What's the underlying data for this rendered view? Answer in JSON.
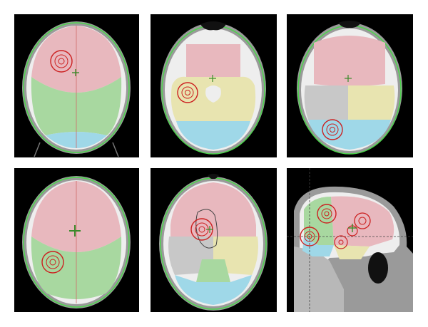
{
  "figure": {
    "panels": [
      {
        "id": "axial-1",
        "view": "axial"
      },
      {
        "id": "axial-2",
        "view": "axial"
      },
      {
        "id": "axial-3",
        "view": "axial"
      },
      {
        "id": "axial-4",
        "view": "axial"
      },
      {
        "id": "axial-5",
        "view": "axial"
      },
      {
        "id": "sagittal-1",
        "view": "sagittal"
      }
    ],
    "colors": {
      "background": "#000000",
      "skull_green_contour": "#4cd44c",
      "frontal_region": "#e8b8be",
      "parietal_region": "#a8d8a0",
      "occipital_region": "#9fd8e8",
      "temporal_region": "#e8e4b0",
      "gray_region": "#c8c8c8",
      "target_red": "#cc2020",
      "crosshair": "#3a8a2a"
    }
  }
}
